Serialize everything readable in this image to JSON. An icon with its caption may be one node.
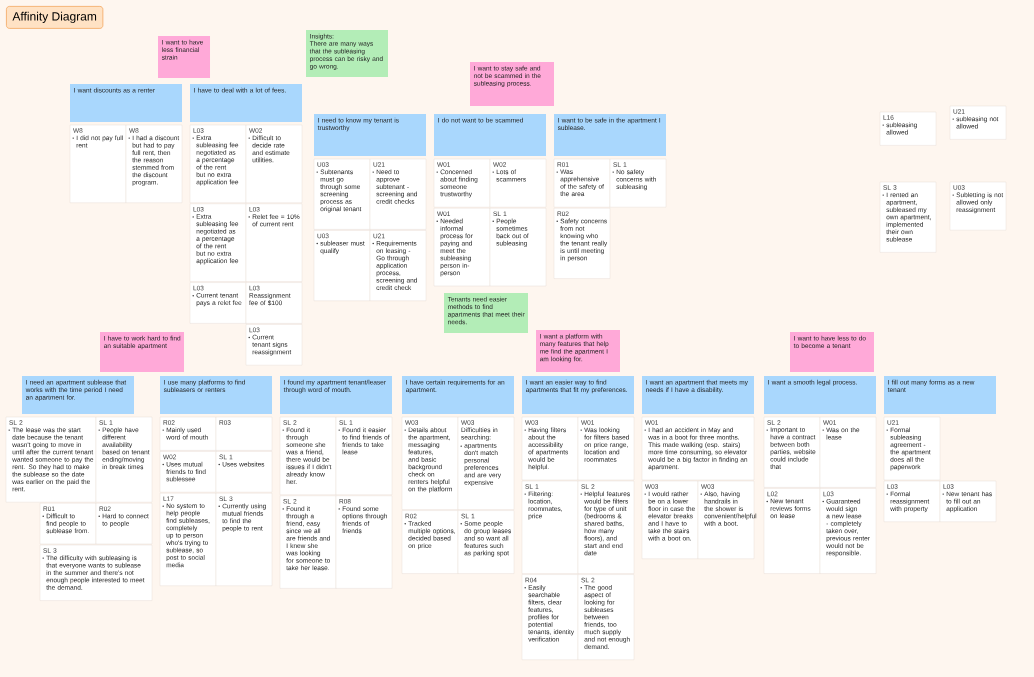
{
  "diagram": {
    "title": "Affinity Diagram",
    "nodes": [
      {
        "text": [
          "I want to have less financial strain"
        ]
      },
      {
        "text": [
          "I want discounts as a renter"
        ]
      },
      {
        "text": [
          "I have to deal with a lot of fees."
        ]
      },
      {
        "text": [
          "W8",
          "I did not pay full rent"
        ]
      },
      {
        "text": [
          "W8",
          "I had a discount but had to pay full rent, then the reason stemmed from the discount program."
        ]
      },
      {
        "text": [
          "L03",
          "Extra subleasing fee negotiated as a percentage of the rent but no extra application fee"
        ]
      },
      {
        "text": [
          "W02",
          "Difficult to decide rate and estimate utilities."
        ]
      },
      {
        "text": [
          "L03",
          "Extra subleasing fee negotiated as a percentage of the rent but no extra application fee"
        ]
      },
      {
        "text": [
          "L03",
          "Relet fee = 10% of current rent"
        ]
      },
      {
        "text": [
          "L03",
          "Current tenant pays a relet fee"
        ]
      },
      {
        "text": [
          "L03",
          "Reassignment fee of $100"
        ]
      },
      {
        "text": [
          "L03",
          "Current tenant signs reassignment"
        ]
      },
      {
        "text": [
          "Insights:",
          "There are many ways that the subleasing process can be risky and go wrong."
        ]
      },
      {
        "text": [
          "I want to stay safe and not be scammed in the subleasing process."
        ]
      },
      {
        "text": [
          "I need to know my tenant is trustworthy"
        ]
      },
      {
        "text": [
          "I do not want to be scammed"
        ]
      },
      {
        "text": [
          "I want to be safe in the apartment I sublease."
        ]
      },
      {
        "text": [
          "U03",
          "Subtenants must go through some screening process as original tenant"
        ]
      },
      {
        "text": [
          "U21",
          "Need to approve subtenant - screening and credit checks"
        ]
      },
      {
        "text": [
          "U03",
          "subleaser must qualify"
        ]
      },
      {
        "text": [
          "U21",
          "Requirements on leasing - Go through application process, screening and credit check"
        ]
      },
      {
        "text": [
          "W01",
          "Concerned about finding someone trustworthy"
        ]
      },
      {
        "text": [
          "W02",
          "Lots of scammers"
        ]
      },
      {
        "text": [
          "W01",
          "Needed informal process for paying and meet the subleasing person in-person"
        ]
      },
      {
        "text": [
          "SL 1",
          "People sometimes back out of subleasing"
        ]
      },
      {
        "text": [
          "R01",
          "Was apprehensive of the safety of the area"
        ]
      },
      {
        "text": [
          "SL 1",
          "No safety concerns with subleasing"
        ]
      },
      {
        "text": [
          "R02",
          "Safety concerns from not knowing who the tenant really is until meeting in person"
        ]
      },
      {
        "text": [
          "L16",
          "subleasing allowed"
        ]
      },
      {
        "text": [
          "U21",
          "subleasing not allowed"
        ]
      },
      {
        "text": [
          "SL 3",
          "I rented an apartment, subleased my own apartment, implemented their own sublease"
        ]
      },
      {
        "text": [
          "U03",
          "Subletting is not allowed only reassignment"
        ]
      },
      {
        "text": [
          "Tenants need easier methods to find apartments that meet their needs."
        ]
      },
      {
        "text": [
          "I have to work hard to find an suitable apartment"
        ]
      },
      {
        "text": [
          "I need an apartment sublease that works with the time period I need an apartment for."
        ]
      },
      {
        "text": [
          "I use many platforms to find subleasers or renters"
        ]
      },
      {
        "text": [
          "I found my apartment tenant/leaser through word of mouth."
        ]
      },
      {
        "text": [
          "SL 2",
          "The lease was the start date because the tenant wasn't going to move in until after the current tenant wanted someone to pay the rent. So they had to make the sublease so the date was earlier on the paid the rent."
        ]
      },
      {
        "text": [
          "SL 1",
          "People have different availability based on tenant ending/moving in break times"
        ]
      },
      {
        "text": [
          "R01",
          "Difficult to find people to sublease from."
        ]
      },
      {
        "text": [
          "R02",
          "Hard to connect to people"
        ]
      },
      {
        "text": [
          "SL 3",
          "The difficulty with subleasing is that everyone wants to sublease in the summer and there's not enough people interested to meet the demand."
        ]
      },
      {
        "text": [
          "R02",
          "Mainly used word of mouth"
        ]
      },
      {
        "text": [
          "R03"
        ]
      },
      {
        "text": [
          "W02",
          "Uses mutual friends to find sublessee"
        ]
      },
      {
        "text": [
          "SL 1",
          "Uses websites"
        ]
      },
      {
        "text": [
          "L17",
          "No system to help people find subleases, completely up to person who's trying to sublease, so post to social media"
        ]
      },
      {
        "text": [
          "SL 3",
          "Currently using mutual friends to find the people to rent"
        ]
      },
      {
        "text": [
          "SL 2",
          "Found it through someone she was a friend, there would be issues if I didn't already know her."
        ]
      },
      {
        "text": [
          "SL 1",
          "Found it easier to find friends of friends to take lease"
        ]
      },
      {
        "text": [
          "SL 2",
          "Found it through a friend, easy since we all are friends and I knew she was looking for someone to take her lease."
        ]
      },
      {
        "text": [
          "R08",
          "Found some options through friends of friends"
        ]
      },
      {
        "text": [
          "I want a platform with many features that help me find the apartment I am looking for."
        ]
      },
      {
        "text": [
          "I have certain requirements for an apartment."
        ]
      },
      {
        "text": [
          "I want an easier way to find apartments that fit my preferences."
        ]
      },
      {
        "text": [
          "I want an apartment that meets my needs if I have a disability."
        ]
      },
      {
        "text": [
          "W03",
          "Details about the apartment, messaging features, and basic background check on renters helpful on the platform"
        ]
      },
      {
        "text": [
          "W03",
          "Difficulties in searching:",
          "apartments don't match personal preferences and are very expensive"
        ]
      },
      {
        "text": [
          "R02",
          "Tracked multiple options, decided based on price"
        ]
      },
      {
        "text": [
          "SL 1",
          "Some people do group leases and so want all features such as parking spot"
        ]
      },
      {
        "text": [
          "W03",
          "Having filters about the accessibility of apartments would be helpful."
        ]
      },
      {
        "text": [
          "W01",
          "Was looking for filters based on price range, location and roommates"
        ]
      },
      {
        "text": [
          "SL 1",
          "Filtering: location, roommates, price"
        ]
      },
      {
        "text": [
          "SL 2",
          "Helpful features would be filters for type of unit (bedrooms & shared baths, how many floors), and start and end date"
        ]
      },
      {
        "text": [
          "R04",
          "Easily searchable filters, clear features, profiles for potential tenants, identity verification"
        ]
      },
      {
        "text": [
          "SL 2",
          "The good aspect of looking for subleases between friends, too much supply and not enough demand."
        ]
      },
      {
        "text": [
          "W01",
          "I had an accident in May and was in a boot for three months. This made walking (esp. stairs) more time consuming, so elevator would be a big factor in finding an apartment."
        ]
      },
      {
        "text": [
          "W03",
          "I would rather be on a lower floor in case the elevator breaks and I have to take the stairs with a boot on."
        ]
      },
      {
        "text": [
          "W03",
          "Also, having handrails in the shower is convenient/helpful with a boot."
        ]
      },
      {
        "text": [
          "I want to have less to do to become a tenant"
        ]
      },
      {
        "text": [
          "I want a smooth legal process."
        ]
      },
      {
        "text": [
          "I fill out many forms as a new tenant"
        ]
      },
      {
        "text": [
          "SL 2",
          "Important to have a contract between both parties, website could include that"
        ]
      },
      {
        "text": [
          "W01",
          "Was on the lease"
        ]
      },
      {
        "text": [
          "L02",
          "New tenant reviews forms on lease"
        ]
      },
      {
        "text": [
          "L03",
          "Guaranteed would sign a new lease - completely taken over, previous renter would not be responsible."
        ]
      },
      {
        "text": [
          "U21",
          "Formal subleasing agreement - the apartment does all the paperwork"
        ]
      },
      {
        "text": [
          "L03",
          "Formal reassignment with property"
        ]
      },
      {
        "text": [
          "L03",
          "New tenant has to fill out an application"
        ]
      }
    ]
  }
}
